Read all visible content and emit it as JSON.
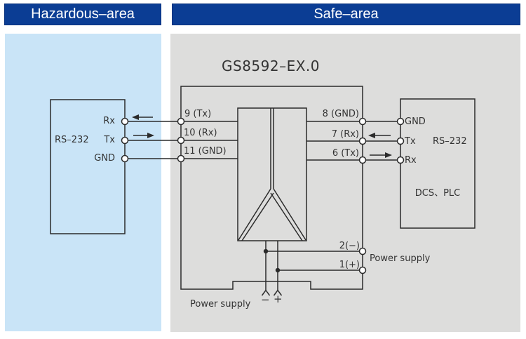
{
  "headers": {
    "hazardous": "Hazardous–area",
    "safe": "Safe–area"
  },
  "device": {
    "title": "GS8592–EX.0",
    "terminals": {
      "t9": "9 (Tx)",
      "t10": "10 (Rx)",
      "t11": "11 (GND)",
      "t8": "8 (GND)",
      "t7": "7 (Rx)",
      "t6": "6 (Tx)",
      "t2": "2(−)",
      "t1": "1(+)"
    }
  },
  "left_device": {
    "type": "RS–232",
    "pins": {
      "rx": "Rx",
      "tx": "Tx",
      "gnd": "GND"
    }
  },
  "right_device": {
    "type": "RS–232",
    "name": "DCS、PLC",
    "pins": {
      "gnd": "GND",
      "tx": "Tx",
      "rx": "Rx"
    }
  },
  "power": {
    "label_right": "Power supply",
    "label_bottom": "Power supply",
    "minus": "−",
    "plus": "+"
  },
  "colors": {
    "header_bg": "#0b3d94",
    "hazardous_bg": "#c9e4f7",
    "safe_bg": "#dddddc",
    "line": "#2b2b2b",
    "text": "#333333"
  }
}
